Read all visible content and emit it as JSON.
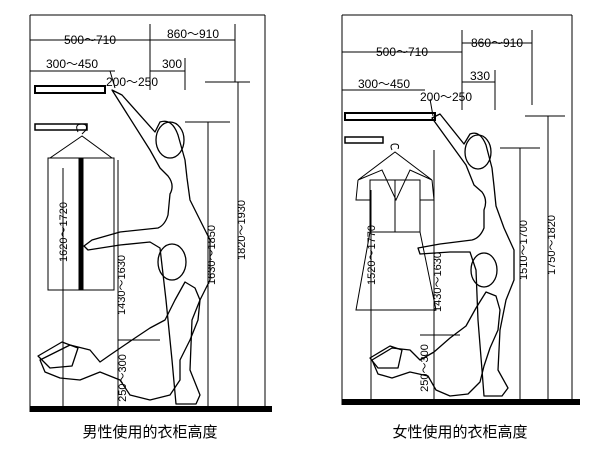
{
  "men": {
    "caption": "男性使用的衣柜高度",
    "dims": {
      "width_a": "500～710",
      "width_b": "860～910",
      "width_c": "300～450",
      "width_d": "300",
      "width_e": "200～250",
      "h_hang": "1620～1720",
      "h_reach": "1430～1630",
      "h_low": "250～300",
      "h_shoulder": "1630～1850",
      "h_top": "1820～1930"
    }
  },
  "women": {
    "caption": "女性使用的衣柜高度",
    "dims": {
      "width_a": "500～710",
      "width_b": "860～910",
      "width_c": "300～450",
      "width_d": "330",
      "width_e": "200～250",
      "h_hang": "1520～1770",
      "h_reach": "1430～1630",
      "h_low": "250～300",
      "h_shoulder": "1510～1700",
      "h_top": "1750～1820"
    }
  }
}
